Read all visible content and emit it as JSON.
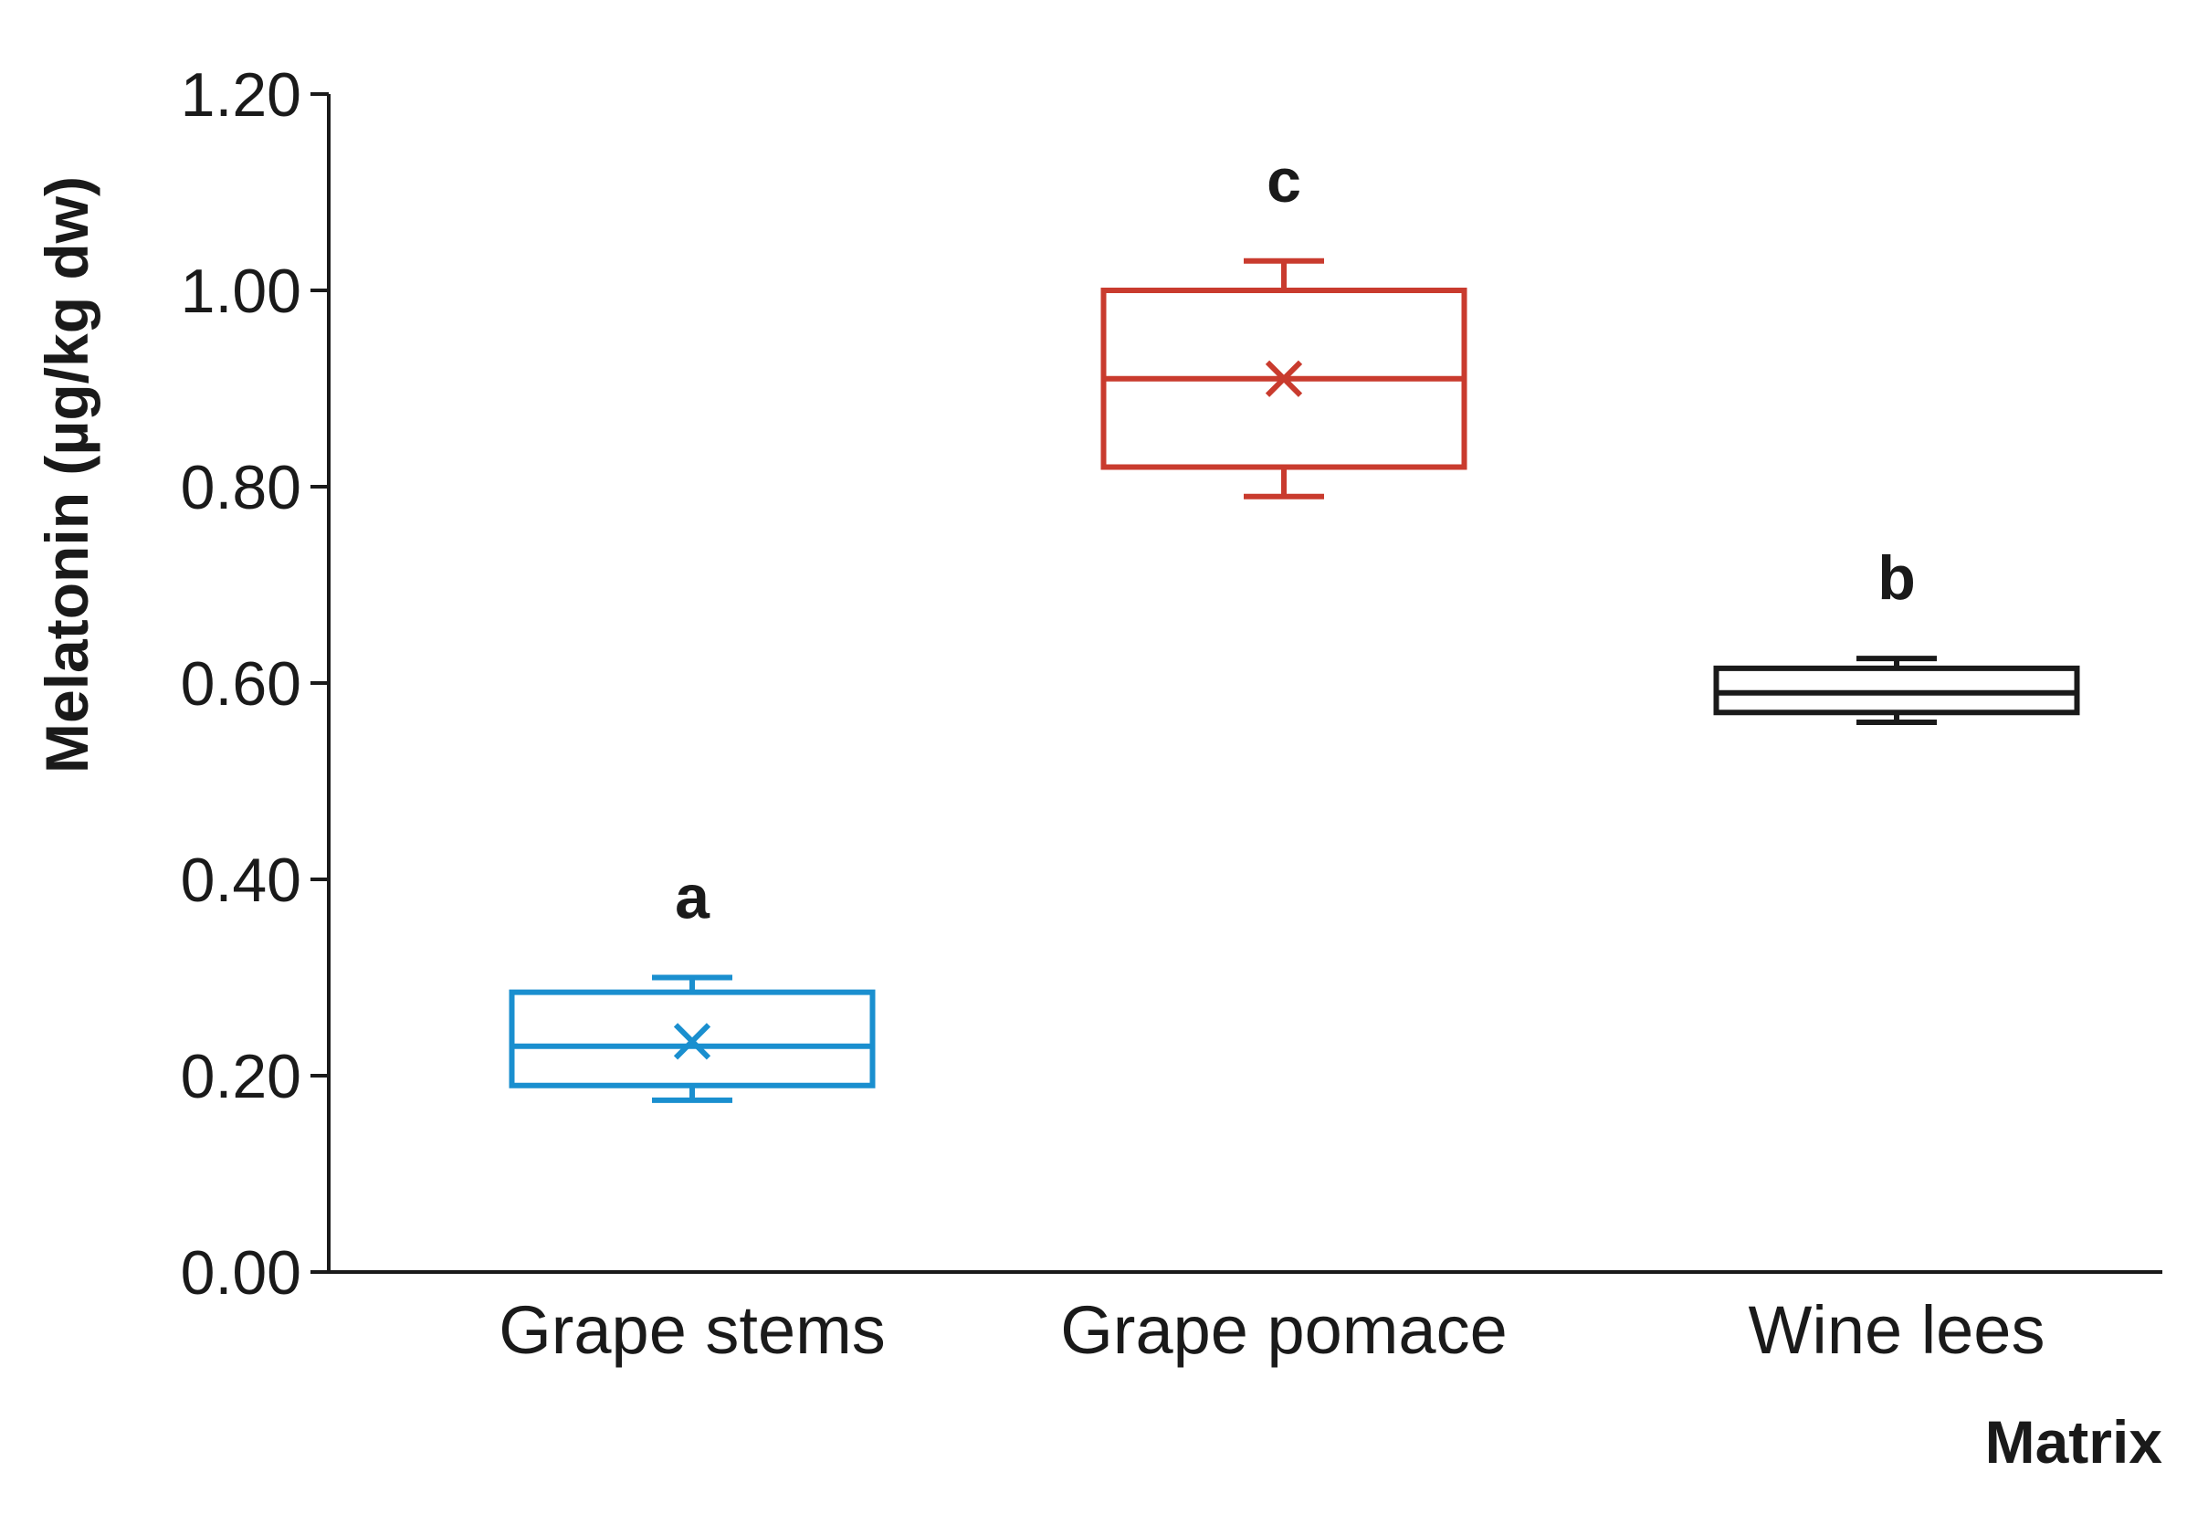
{
  "chart_data": {
    "type": "box",
    "title": "",
    "xlabel": "Matrix",
    "ylabel": "Melatonin (µg/kg dw)",
    "ylim": [
      0,
      1.2
    ],
    "yticks": [
      "0.00",
      "0.20",
      "0.40",
      "0.60",
      "0.80",
      "1.00",
      "1.20"
    ],
    "grid": false,
    "legend": "none",
    "categories": [
      "Grape stems",
      "Grape pomace",
      "Wine lees"
    ],
    "boxes": [
      {
        "category": "Grape stems",
        "min": 0.175,
        "q1": 0.19,
        "median": 0.23,
        "mean": 0.235,
        "q3": 0.285,
        "max": 0.3,
        "significance": "a",
        "color": "#1a8fcf"
      },
      {
        "category": "Grape pomace",
        "min": 0.79,
        "q1": 0.82,
        "median": 0.91,
        "mean": 0.91,
        "q3": 1.0,
        "max": 1.03,
        "significance": "c",
        "color": "#c93b2e"
      },
      {
        "category": "Wine lees",
        "min": 0.56,
        "q1": 0.57,
        "median": 0.59,
        "mean": null,
        "q3": 0.615,
        "max": 0.625,
        "significance": "b",
        "color": "#1a1a1a"
      }
    ]
  }
}
